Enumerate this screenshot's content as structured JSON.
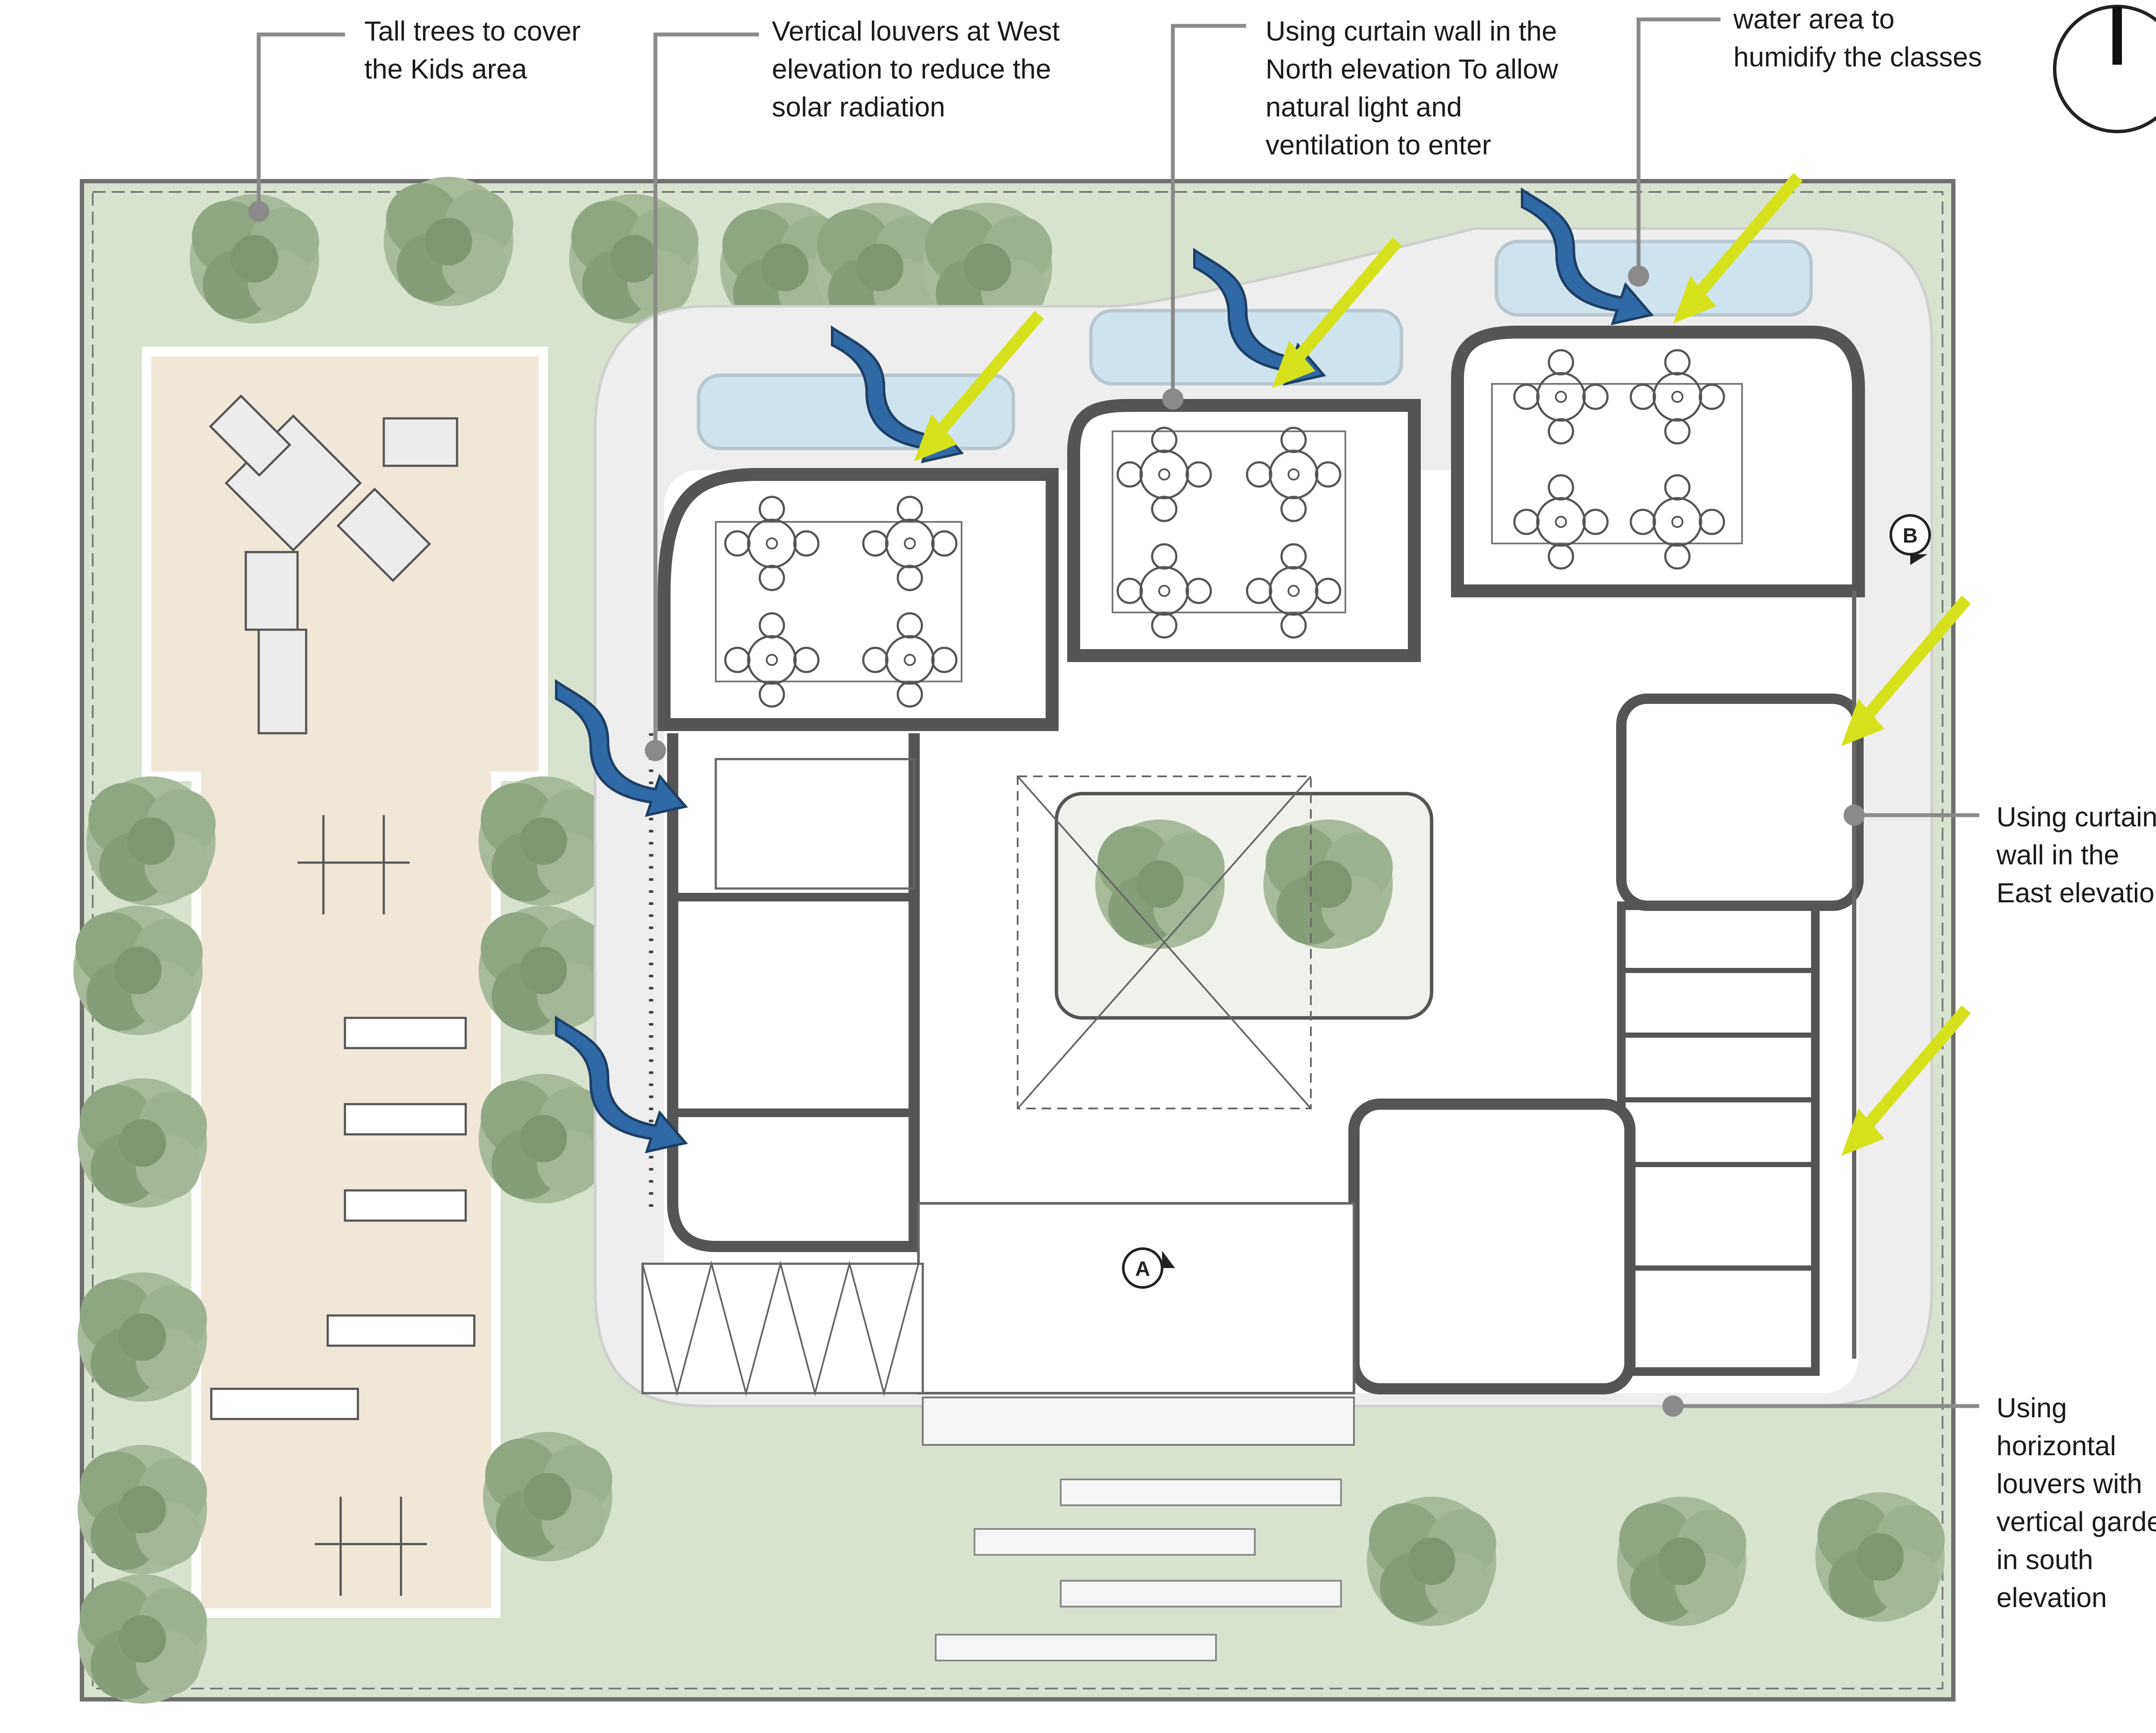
{
  "annotations": {
    "trees_kids": "Tall trees to cover\nthe Kids area",
    "west_louvers": "Vertical louvers at West\nelevation to reduce the\nsolar radiation",
    "north_curtain": "Using curtain wall in the\nNorth elevation To allow\nnatural light and\nventilation to enter",
    "water_area": "water area to\nhumidify the classes",
    "east_curtain": "Using curtain\nwall in the\nEast elevation",
    "south_louvers": "Using\nhorizontal\nlouvers with\nvertical garden\nin south\nelevation"
  },
  "section_markers": {
    "a": "A",
    "b": "B"
  },
  "icons": [
    "north-arrow-icon",
    "wind-arrow-icon",
    "sun-arrow-icon",
    "tree-icon"
  ],
  "colors": {
    "site_green": "#d7e2cf",
    "tree_green": "#93a987",
    "play_sand": "#f0e7d8",
    "paving": "#efefef",
    "water": "#cfe3ee",
    "wind_arrow": "#2f6aa6",
    "sun_arrow": "#d6e11d",
    "wall": "#555555"
  }
}
